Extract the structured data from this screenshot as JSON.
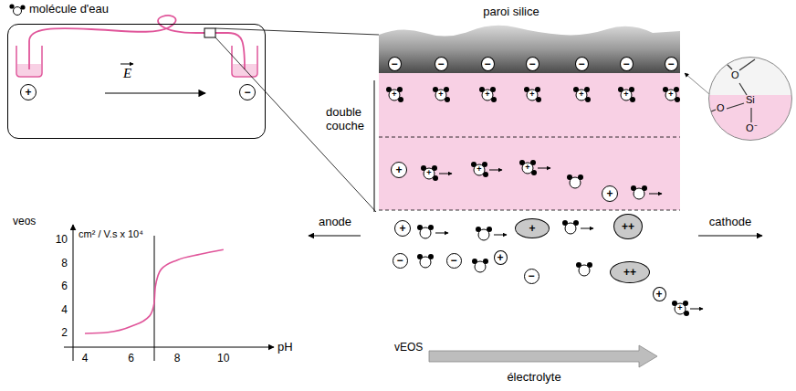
{
  "diagram": {
    "nodes": [
      {
        "text": [
          "E"
        ]
      },
      {
        "text": [
          "+"
        ],
        "in": 0
      },
      {
        "text": [
          "−"
        ],
        "in": 0
      },
      {
        "text": [
          "O",
          "Si",
          "O",
          "O⁻"
        ]
      },
      {
        "text": [
          "−"
        ]
      },
      {
        "text": [
          "−"
        ]
      },
      {
        "text": [
          "−"
        ]
      },
      {
        "text": [
          "−"
        ]
      },
      {
        "text": [
          "−"
        ]
      },
      {
        "text": [
          "−"
        ]
      },
      {
        "text": [
          "−"
        ]
      },
      {
        "text": [
          "+"
        ]
      },
      {
        "text": [
          "+"
        ]
      },
      {
        "text": [
          "+"
        ]
      },
      {
        "text": [
          "−"
        ]
      },
      {
        "text": [
          "−"
        ]
      },
      {
        "text": [
          "+"
        ]
      },
      {
        "text": [
          "−"
        ]
      },
      {
        "text": [
          "+"
        ]
      },
      {
        "text": [
          "++"
        ]
      },
      {
        "text": [
          "++"
        ]
      },
      {
        "text": [
          "+"
        ]
      }
    ],
    "labels": [
      "paroi silice",
      "double couche",
      "anode",
      "cathode",
      "vEOS",
      "électrolyte",
      "veos",
      "cm² / V.s x 10⁴",
      "10",
      "8",
      "6",
      "4",
      "2",
      "4",
      "6",
      "8",
      "10",
      "pH",
      "+",
      "+",
      "+",
      "+",
      "+",
      "+",
      "+",
      "+",
      "+",
      "+",
      "+"
    ],
    "legend": [
      {
        "text": "molécule d'eau"
      }
    ]
  }
}
